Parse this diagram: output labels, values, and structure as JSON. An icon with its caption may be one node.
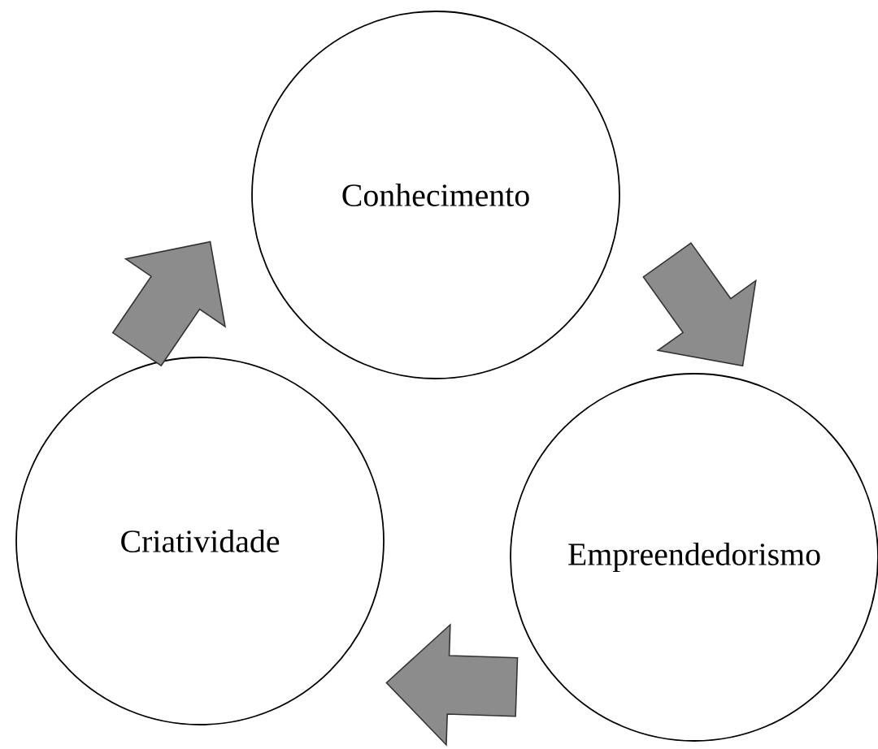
{
  "diagram": {
    "nodes": [
      {
        "text": [
          "Conhecimento"
        ]
      },
      {
        "text": [
          "Empreendedorismo"
        ]
      },
      {
        "text": [
          "Criatividade"
        ]
      }
    ],
    "edges": [
      {
        "from": 0,
        "to": 1,
        "arrow": "to"
      },
      {
        "from": 1,
        "to": 2,
        "arrow": "to"
      },
      {
        "from": 2,
        "to": 0,
        "arrow": "to"
      }
    ]
  }
}
